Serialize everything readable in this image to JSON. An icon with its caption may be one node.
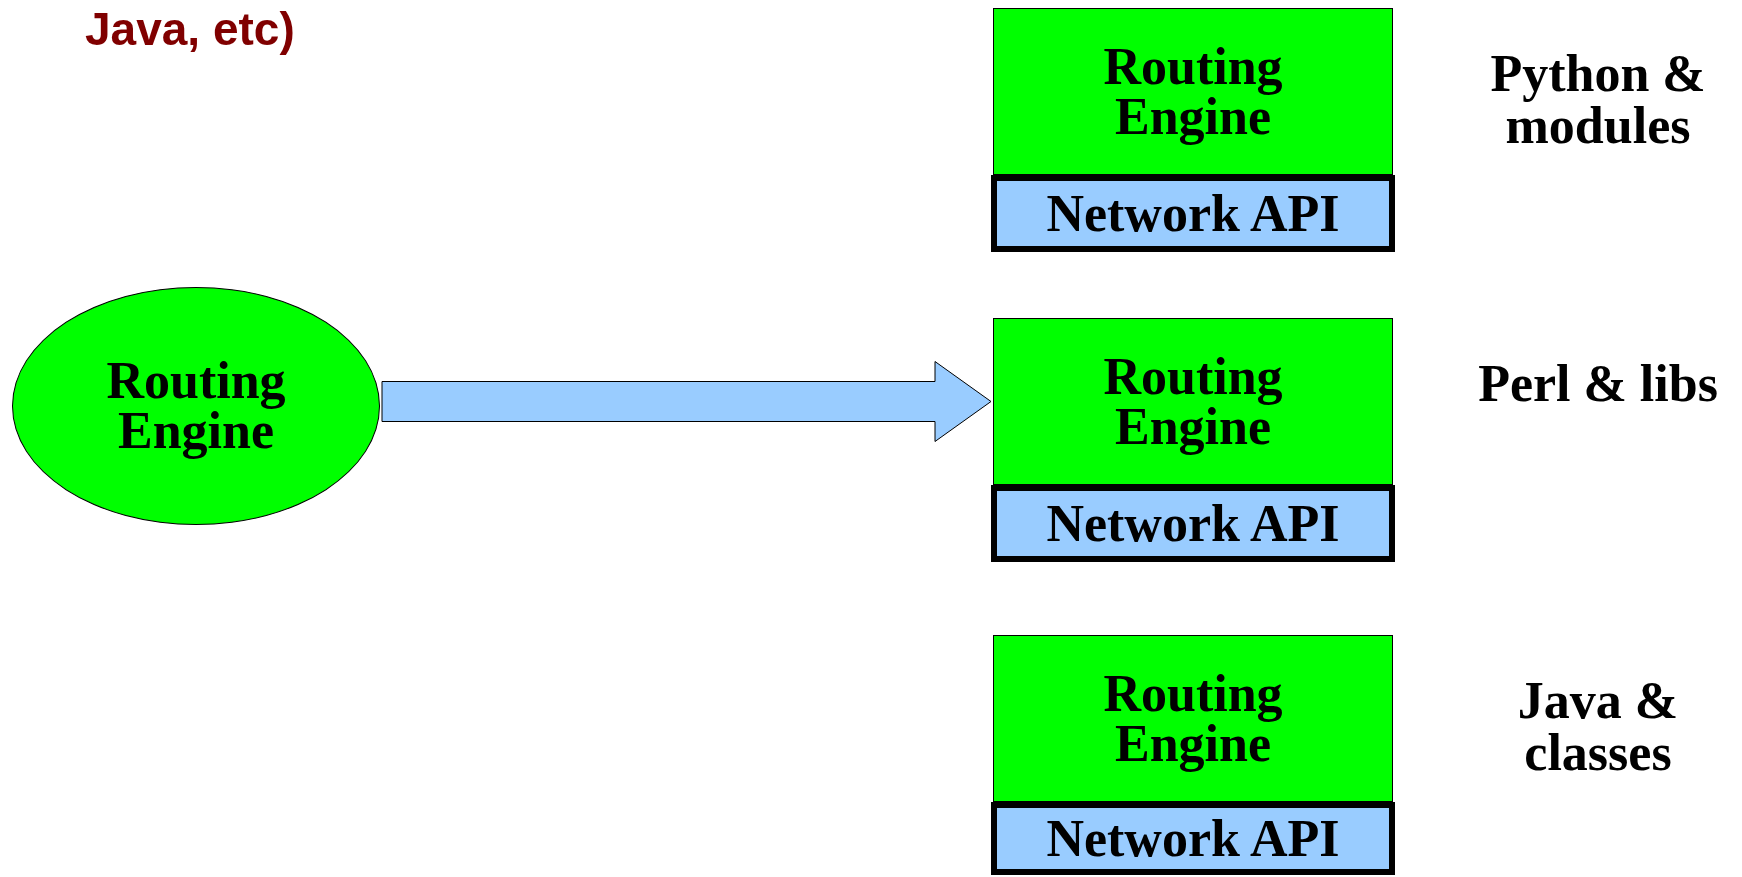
{
  "diagram": {
    "nodes": [
      {
        "text": [
          "Routing Engine"
        ]
      },
      {
        "text": [
          "Routing Engine"
        ],
        "beside": [
          "Python & modules"
        ]
      },
      {
        "text": [
          "Network API"
        ]
      },
      {
        "text": [
          "Routing Engine"
        ],
        "beside": [
          "Perl & libs"
        ]
      },
      {
        "text": [
          "Network API"
        ]
      },
      {
        "text": [
          "Routing Engine"
        ],
        "beside": [
          "Java & classes"
        ]
      },
      {
        "text": [
          "Network API"
        ]
      }
    ],
    "edges": [
      {
        "from": 0,
        "to": 3,
        "arrow": "to",
        "color": "#99ccff"
      }
    ],
    "labels": [
      "Java, etc)"
    ]
  }
}
